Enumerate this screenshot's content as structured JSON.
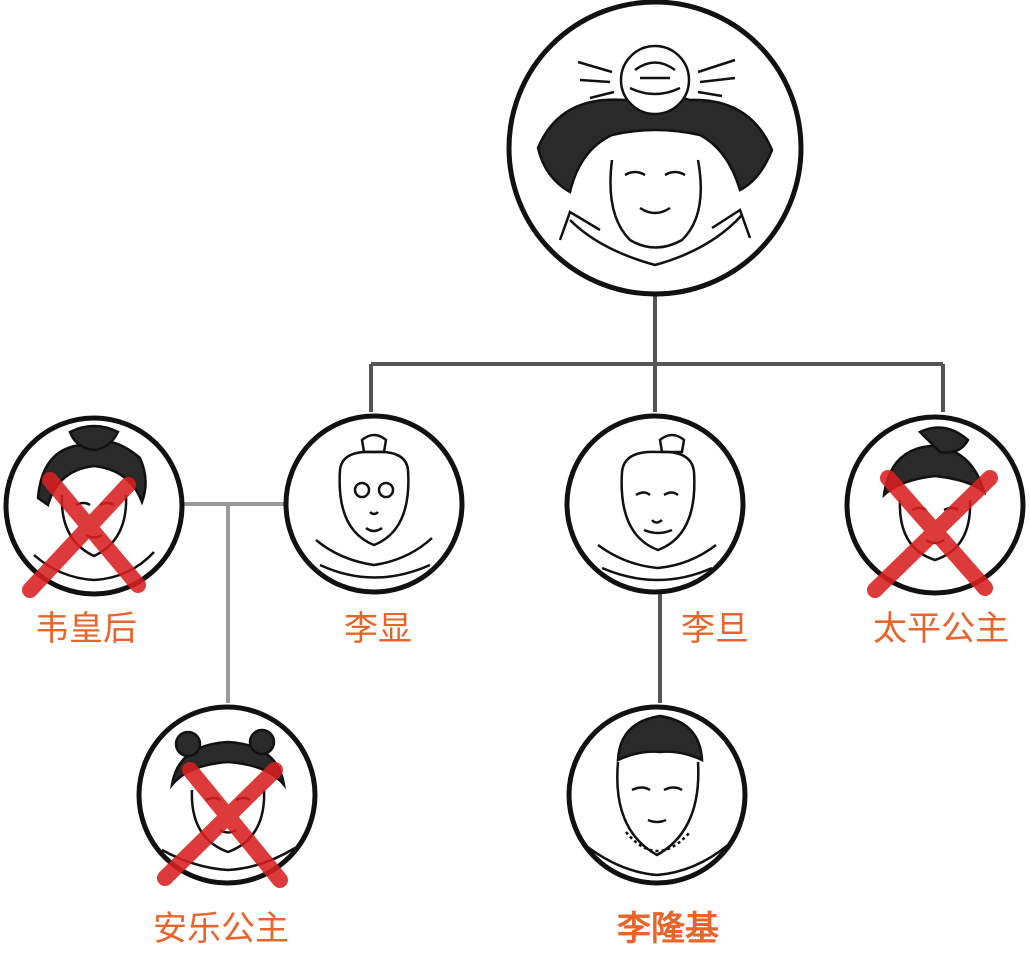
{
  "colors": {
    "label": "#e8642a",
    "cross": "#d92020",
    "line": "#555555",
    "line_light": "#9a9a9a",
    "stroke": "#111111"
  },
  "people": {
    "wu_zetian": {
      "label": "",
      "crossed": false,
      "icon": "empress-portrait-icon"
    },
    "wei_huanghou": {
      "label": "韦皇后",
      "crossed": true,
      "icon": "woman-portrait-icon"
    },
    "li_xian": {
      "label": "李显",
      "crossed": false,
      "icon": "man-portrait-icon"
    },
    "li_dan": {
      "label": "李旦",
      "crossed": false,
      "icon": "man-portrait-icon"
    },
    "taiping_gongzhu": {
      "label": "太平公主",
      "crossed": true,
      "icon": "woman-portrait-icon"
    },
    "anle_gongzhu": {
      "label": "安乐公主",
      "crossed": true,
      "icon": "woman-portrait-icon"
    },
    "li_longji": {
      "label": "李隆基",
      "crossed": false,
      "icon": "emperor-portrait-icon"
    }
  }
}
